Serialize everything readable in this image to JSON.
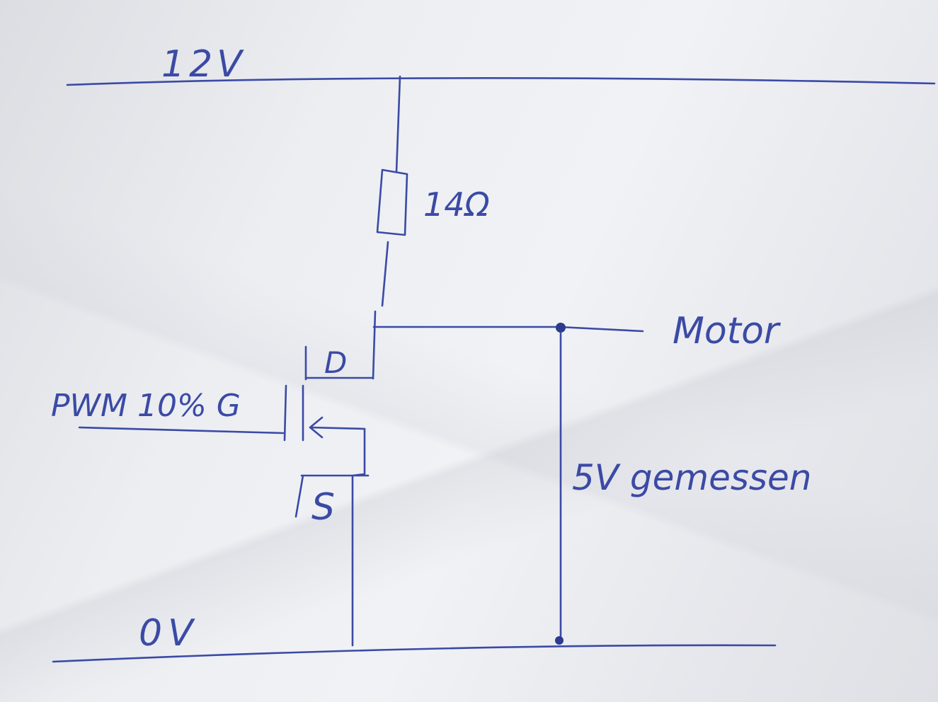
{
  "labels": {
    "supply": "12V",
    "ground": "0V",
    "resistor": "14Ω",
    "motor": "Motor",
    "measurement": "5V gemessen",
    "pwm": "PWM 10% G",
    "drain": "D",
    "source": "S"
  },
  "colors": {
    "ink": "#3b4aa5",
    "paper": "#eceef2"
  }
}
